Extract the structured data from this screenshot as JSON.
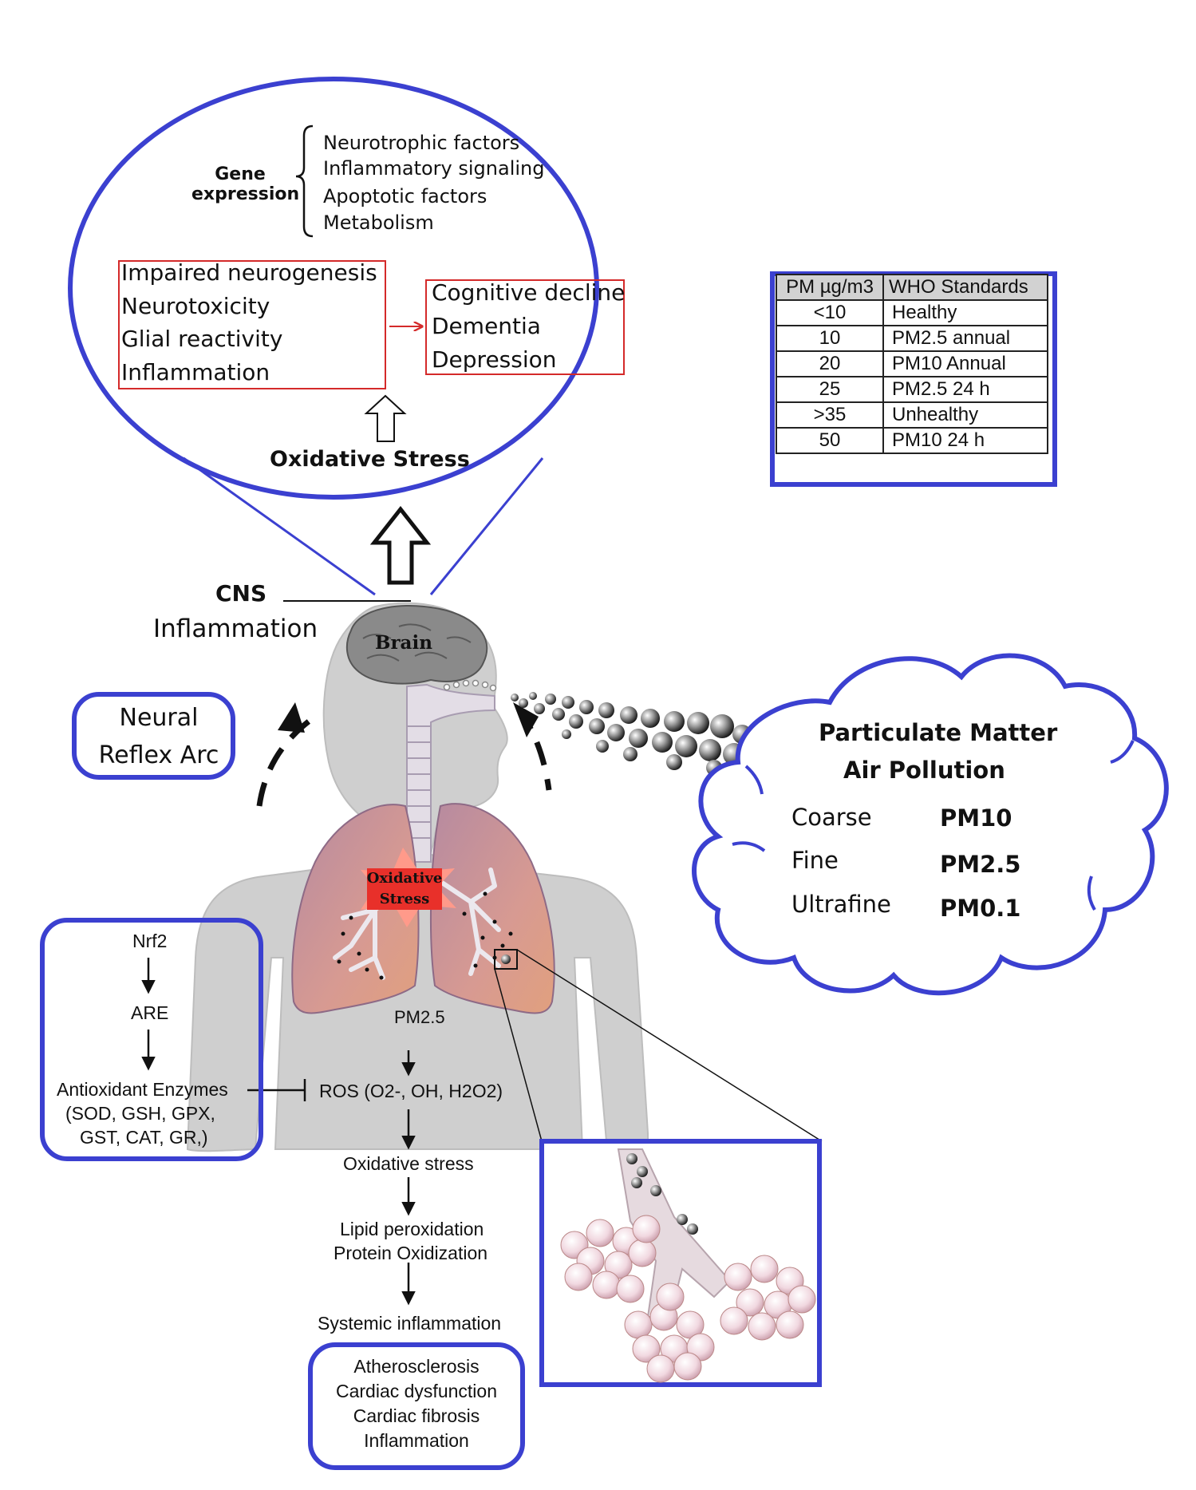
{
  "gene_expression": {
    "label": "Gene expression",
    "items": [
      "Neurotrophic factors",
      "Inflammatory signaling",
      "Apoptotic factors",
      "Metabolism"
    ]
  },
  "brain_effects": [
    "Impaired neurogenesis",
    "Neurotoxicity",
    "Glial reactivity",
    "Inflammation"
  ],
  "outcomes": [
    "Cognitive decline",
    "Dementia",
    "Depression"
  ],
  "oxidative_stress_title": "Oxidative Stress",
  "who_table": {
    "headers": [
      "PM µg/m3",
      "WHO Standards"
    ],
    "rows": [
      [
        "<10",
        "Healthy"
      ],
      [
        "10",
        "PM2.5 annual"
      ],
      [
        "20",
        "PM10 Annual"
      ],
      [
        "25",
        "PM2.5 24 h"
      ],
      [
        ">35",
        "Unhealthy"
      ],
      [
        "50",
        "PM10 24 h"
      ]
    ]
  },
  "cns_label": "CNS",
  "cns_inflammation_label": "Inflammation",
  "brain_label": "Brain",
  "neural_reflex_arc": "Neural Reflex Arc",
  "pm_cloud": {
    "title_line1": "Particulate Matter",
    "title_line2": "Air Pollution",
    "rows": [
      {
        "name": "Coarse",
        "value": "PM10"
      },
      {
        "name": "Fine",
        "value": "PM2.5"
      },
      {
        "name": "Ultrafine",
        "value": "PM0.1"
      }
    ]
  },
  "lung_label": "Oxidative Stress",
  "nrf2_pathway": {
    "nrf2": "Nrf2",
    "are": "ARE",
    "enzymes_title": "Antioxidant Enzymes",
    "enzymes_line2": "(SOD, GSH, GPX,",
    "enzymes_line3": "GST, CAT, GR,)"
  },
  "cascade": {
    "pm25": "PM2.5",
    "ros": "ROS (O2-, OH, H2O2)",
    "oxidative_stress": "Oxidative stress",
    "lipid_peroxidation": "Lipid peroxidation",
    "protein_oxidization": "Protein Oxidization",
    "systemic_inflammation": "Systemic inflammation"
  },
  "cardio_effects": [
    "Atherosclerosis",
    "Cardiac dysfunction",
    "Cardiac fibrosis",
    "Inflammation"
  ],
  "colors": {
    "frame_blue": "#3b40d0",
    "red_box": "#d42a2a",
    "body_gray": "#cfcfcf",
    "lung_pink": "#c9858e",
    "star_red": "#e8302a"
  }
}
